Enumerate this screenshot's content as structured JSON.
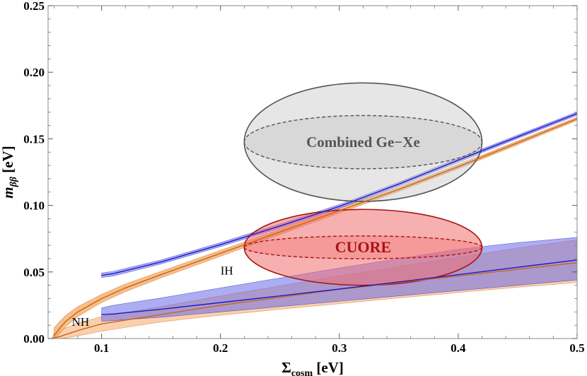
{
  "chart_data": {
    "type": "area",
    "title": "",
    "xlabel": "Σcosm [eV]",
    "xlabel_main": "Σ",
    "xlabel_sub": "cosm",
    "xlabel_unit": " [eV]",
    "ylabel": "mββ [eV]",
    "ylabel_main": "m",
    "ylabel_sub": "ββ",
    "ylabel_unit": " [eV]",
    "xlim": [
      0.055,
      0.5
    ],
    "ylim": [
      0.0,
      0.25
    ],
    "x_ticks": [
      0.1,
      0.2,
      0.3,
      0.4,
      0.5
    ],
    "x_tick_labels": [
      "0.1",
      "0.2",
      "0.3",
      "0.4",
      "0.5"
    ],
    "y_ticks": [
      0.0,
      0.05,
      0.1,
      0.15,
      0.2,
      0.25
    ],
    "y_tick_labels": [
      "0.00",
      "0.05",
      "0.10",
      "0.15",
      "0.20",
      "0.25"
    ],
    "grid": false,
    "colors": {
      "nh_orange_line": "#c8641e",
      "nh_orange_fill": "#f8c090",
      "ih_orange_fill": "#f4a860",
      "blue_line": "#1a1acc",
      "blue_fill": "#6a6ae8",
      "purple_overlap": "#9a80b8",
      "ge_xe_fill": "#c8c8c8",
      "ge_xe_stroke": "#555555",
      "cuore_fill": "#f07070",
      "cuore_stroke": "#aa1414",
      "cuore_text": "#aa1414",
      "ge_xe_text": "#555555"
    },
    "series": [
      {
        "name": "IH",
        "color_key": "blue",
        "x": [
          0.1,
          0.11,
          0.15,
          0.2,
          0.25,
          0.3,
          0.35,
          0.4,
          0.45,
          0.5
        ],
        "y_mid": [
          0.0475,
          0.0488,
          0.0575,
          0.0705,
          0.0845,
          0.0992,
          0.116,
          0.134,
          0.1515,
          0.169
        ],
        "y_lo": [
          0.0458,
          0.047,
          0.056,
          0.069,
          0.083,
          0.0978,
          0.1146,
          0.1326,
          0.1502,
          0.1676
        ],
        "y_hi": [
          0.0492,
          0.0505,
          0.059,
          0.072,
          0.086,
          0.1006,
          0.1174,
          0.1354,
          0.1528,
          0.1702
        ]
      },
      {
        "name": "IH",
        "color_key": "orange",
        "x": [
          0.06,
          0.065,
          0.07,
          0.08,
          0.09,
          0.1,
          0.12,
          0.15,
          0.2,
          0.25,
          0.3,
          0.35,
          0.4,
          0.45,
          0.5
        ],
        "y_mid": [
          0.002,
          0.008,
          0.013,
          0.02,
          0.025,
          0.03,
          0.038,
          0.048,
          0.064,
          0.08,
          0.096,
          0.112,
          0.129,
          0.147,
          0.165
        ],
        "y_lo": [
          0.0,
          0.004,
          0.009,
          0.0165,
          0.0218,
          0.027,
          0.0352,
          0.0455,
          0.0618,
          0.078,
          0.0942,
          0.1104,
          0.1275,
          0.1456,
          0.1638
        ],
        "y_hi": [
          0.008,
          0.013,
          0.0175,
          0.024,
          0.0285,
          0.0332,
          0.041,
          0.0505,
          0.0662,
          0.082,
          0.0978,
          0.1136,
          0.1305,
          0.1484,
          0.1662
        ]
      },
      {
        "name": "NH",
        "color_key": "orange",
        "x": [
          0.058,
          0.06,
          0.065,
          0.07,
          0.08,
          0.1,
          0.15,
          0.2,
          0.25,
          0.3,
          0.35,
          0.4,
          0.45,
          0.5
        ],
        "y_mid": [
          0.0,
          0.0005,
          0.0015,
          0.003,
          0.006,
          0.011,
          0.018,
          0.025,
          0.031,
          0.037,
          0.042,
          0.047,
          0.052,
          0.057
        ],
        "y_lo": [
          0.0,
          0.0,
          0.0,
          0.0005,
          0.002,
          0.0055,
          0.0125,
          0.0175,
          0.022,
          0.0262,
          0.0305,
          0.0345,
          0.0385,
          0.042
        ],
        "y_hi": [
          0.0,
          0.004,
          0.006,
          0.008,
          0.0115,
          0.0165,
          0.024,
          0.032,
          0.0395,
          0.047,
          0.054,
          0.061,
          0.068,
          0.074
        ]
      },
      {
        "name": "NH",
        "color_key": "blue",
        "x": [
          0.1,
          0.11,
          0.15,
          0.2,
          0.25,
          0.3,
          0.35,
          0.4,
          0.45,
          0.5
        ],
        "y_mid": [
          0.018,
          0.0185,
          0.022,
          0.027,
          0.032,
          0.0372,
          0.0425,
          0.048,
          0.0535,
          0.059
        ],
        "y_lo": [
          0.013,
          0.0135,
          0.016,
          0.02,
          0.024,
          0.028,
          0.032,
          0.036,
          0.04,
          0.044
        ],
        "y_hi": [
          0.023,
          0.025,
          0.0305,
          0.038,
          0.0455,
          0.053,
          0.06,
          0.067,
          0.072,
          0.076
        ]
      }
    ],
    "regions": [
      {
        "name": "Combined Ge-Xe",
        "label": "Combined Ge−Xe",
        "cx": 0.32,
        "cy": 0.1475,
        "outer_rx": 0.1,
        "outer_ry": 0.0445,
        "inner_rx": 0.1,
        "inner_ry": 0.02
      },
      {
        "name": "CUORE",
        "label": "CUORE",
        "cx": 0.32,
        "cy": 0.0685,
        "outer_rx": 0.1,
        "outer_ry": 0.0285,
        "inner_rx": 0.1,
        "inner_ry": 0.0
      }
    ],
    "annotations": [
      {
        "text": "IH",
        "x": 0.2,
        "y": 0.048
      },
      {
        "text": "NH",
        "x": 0.075,
        "y": 0.0095
      }
    ]
  }
}
